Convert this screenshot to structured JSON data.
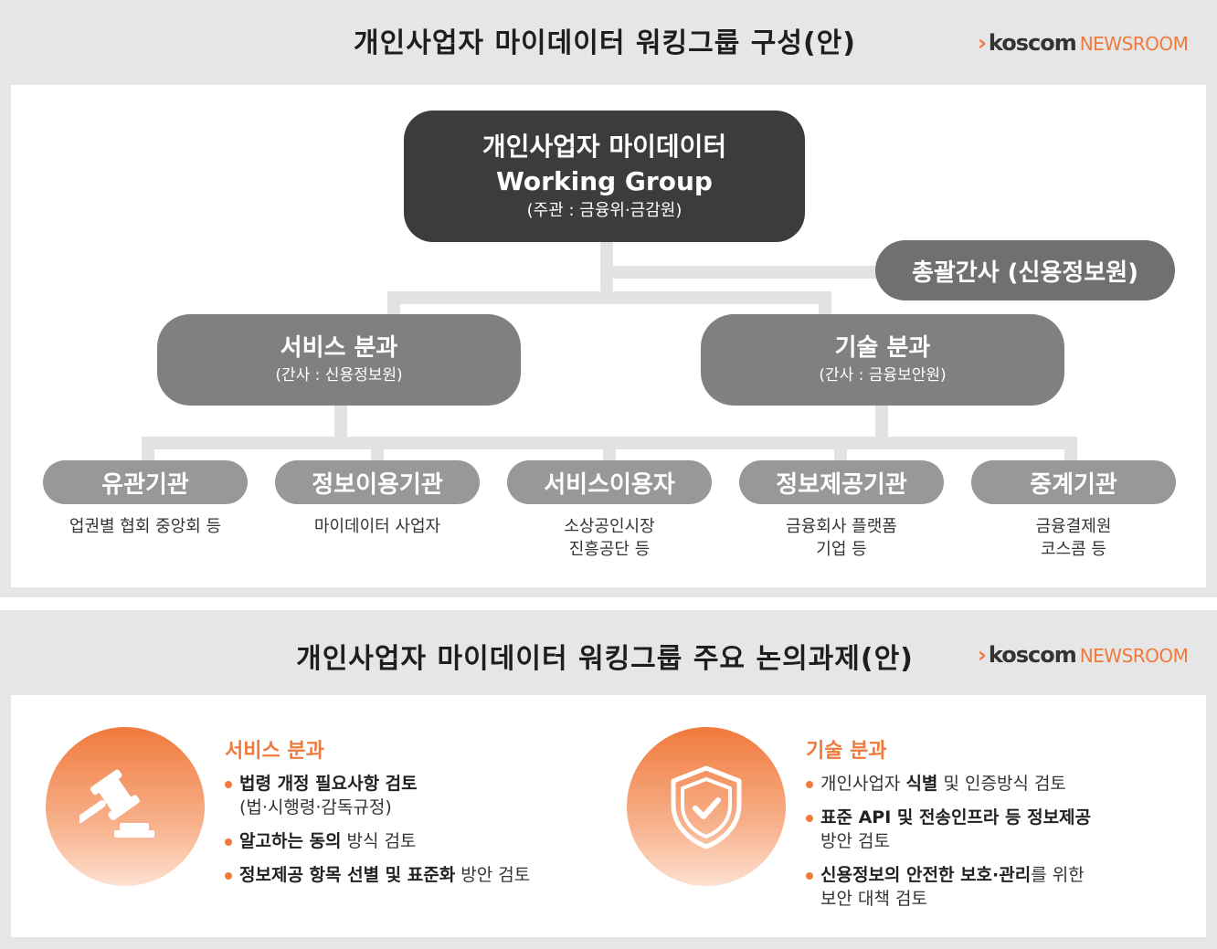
{
  "section1": {
    "title": "개인사업자 마이데이터 워킹그룹 구성(안)",
    "brand": {
      "chevron": "›",
      "name": "koscom",
      "suffix": "NEWSROOM"
    },
    "top": {
      "line1": "개인사업자 마이데이터",
      "line2": "Working Group",
      "sub": "(주관 : 금융위·금감원)"
    },
    "coordinator": "총괄간사 (신용정보원)",
    "divisions": [
      {
        "name": "서비스 분과",
        "sub": "(간사 : 신용정보원)"
      },
      {
        "name": "기술 분과",
        "sub": "(간사 : 금융보안원)"
      }
    ],
    "orgs": [
      {
        "name": "유관기관",
        "desc1": "업권별 협회 중앙회 등",
        "desc2": ""
      },
      {
        "name": "정보이용기관",
        "desc1": "마이데이터 사업자",
        "desc2": ""
      },
      {
        "name": "서비스이용자",
        "desc1": "소상공인시장",
        "desc2": "진흥공단 등"
      },
      {
        "name": "정보제공기관",
        "desc1": "금융회사 플랫폼",
        "desc2": "기업 등"
      },
      {
        "name": "중계기관",
        "desc1": "금융결제원",
        "desc2": "코스콤 등"
      }
    ]
  },
  "section2": {
    "title": "개인사업자 마이데이터 워킹그룹 주요 논의과제(안)",
    "brand": {
      "chevron": "›",
      "name": "koscom",
      "suffix": "NEWSROOM"
    },
    "service": {
      "icon": "gavel-icon",
      "title": "서비스 분과",
      "items": [
        {
          "bold": "법령 개정 필요사항 검토",
          "rest": "",
          "line2": "(법·시행령·감독규정)"
        },
        {
          "bold": "알고하는 동의",
          "rest": " 방식 검토",
          "line2": ""
        },
        {
          "bold": "정보제공 항목 선별 및 표준화",
          "rest": " 방안 검토",
          "line2": ""
        }
      ]
    },
    "tech": {
      "icon": "shield-check-icon",
      "title": "기술 분과",
      "items": [
        {
          "pre": "개인사업자 ",
          "bold": "식별",
          "rest": " 및 인증방식 검토",
          "line2": ""
        },
        {
          "pre": "",
          "bold": "표준 API 및 전송인프라 등 정보제공",
          "rest": "",
          "line2": "방안 검토"
        },
        {
          "pre": "",
          "bold": "신용정보의 안전한 보호·관리",
          "rest": "를 위한",
          "line2": "보안 대책 검토"
        }
      ]
    }
  },
  "colors": {
    "accent": "#f07a3c",
    "dark_box": "#3c3c3c",
    "mid_box": "#808080",
    "org_box": "#989898"
  }
}
